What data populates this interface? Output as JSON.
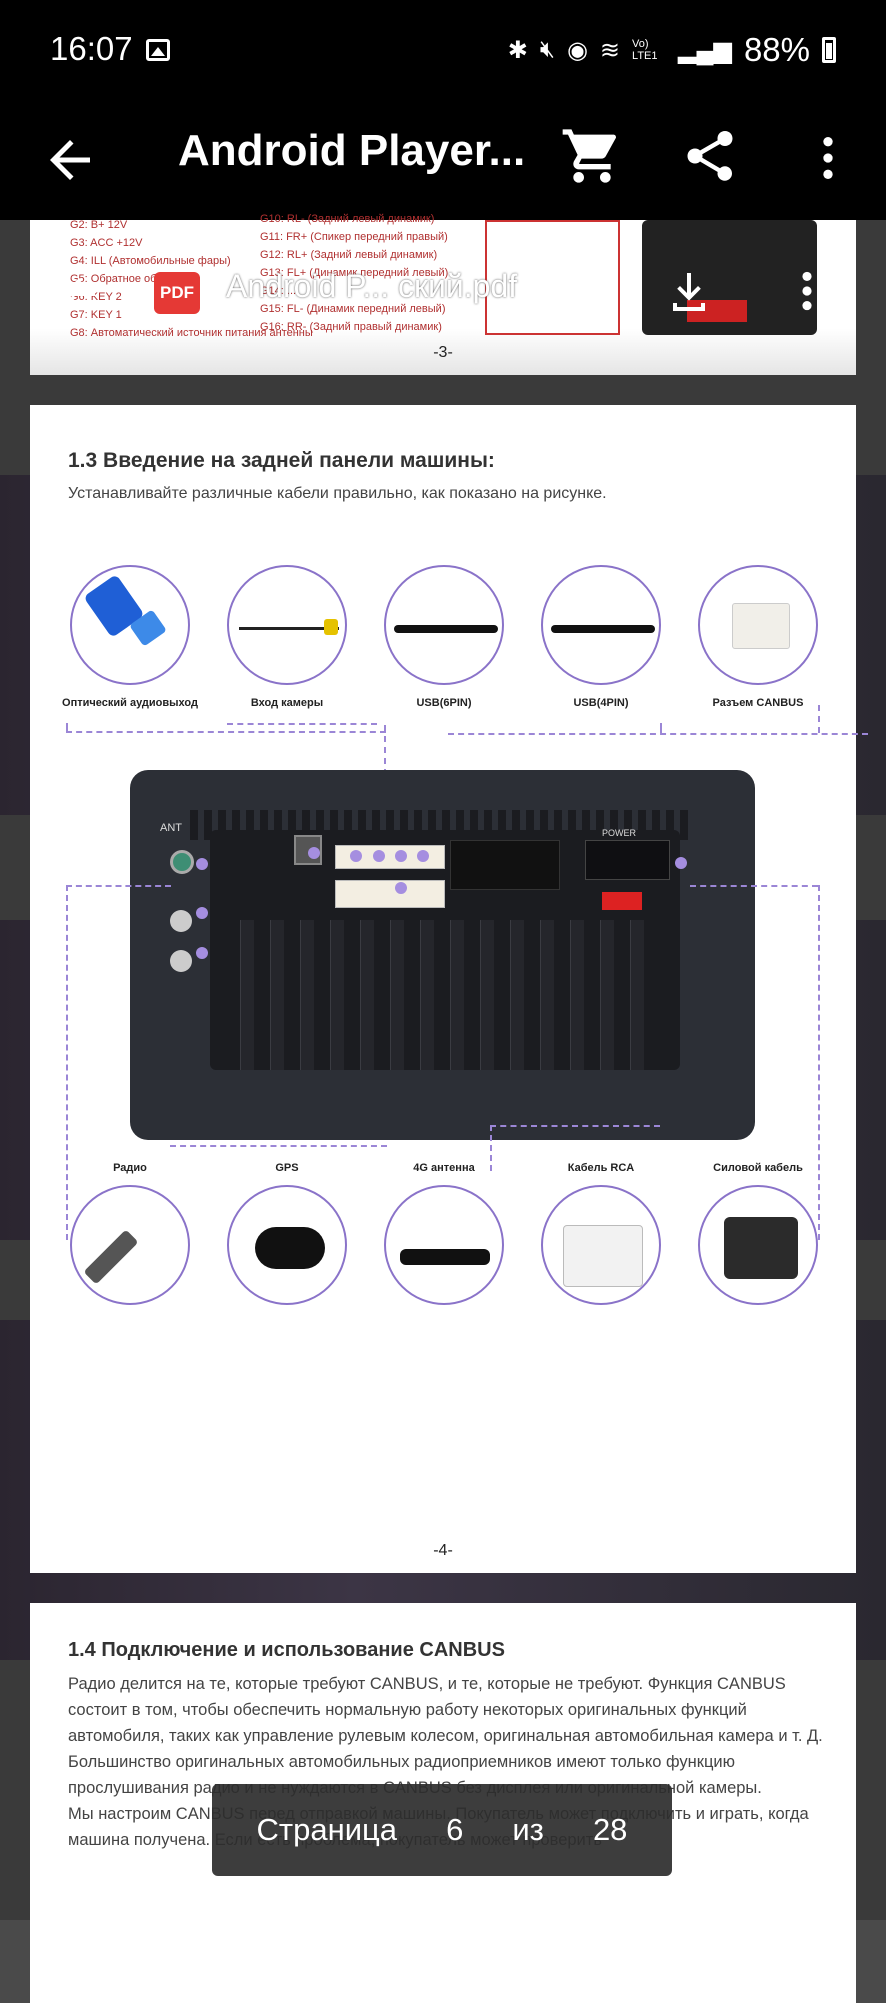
{
  "status_bar": {
    "time": "16:07",
    "battery_text": "88%",
    "network_label": "Vo) LTE1"
  },
  "app_bar": {
    "title": "Android Player..."
  },
  "pdf_toolbar": {
    "badge": "PDF",
    "filename": "Android P... ский.pdf"
  },
  "page3": {
    "left_lines": [
      "G2: B+ 12V",
      "G3: ACC +12V",
      "G4: ILL (Автомобильные фары)",
      "G5: Обратное об...ение",
      "G6: KEY 2",
      "G7: KEY 1",
      "G8: Автоматический источник питания антенны"
    ],
    "right_lines": [
      "G10: RL- (Задний левый динамик)",
      "G11: FR+ (Спикер передний правый)",
      "G12: RL+ (Задний левый динамик)",
      "G13: FL+ (Динамик передний левый)",
      "G14: ...",
      "G15: FL- (Динамик передний левый)",
      "G16: RR- (Задний правый динамик)"
    ],
    "page_number": "-3-"
  },
  "page4": {
    "heading": "1.3 Введение на задней панели машины:",
    "subheading": "Устанавливайте различные кабели правильно, как показано на рисунке.",
    "top_labels": [
      "Оптический аудиовыход",
      "Вход камеры",
      "USB(6PIN)",
      "USB(4PIN)",
      "Разъем CANBUS"
    ],
    "bottom_labels": [
      "Радио",
      "GPS",
      "4G антенна",
      "Кабель RCA",
      "Силовой кабель"
    ],
    "device_labels": {
      "ant": "ANT",
      "power": "POWER"
    },
    "page_number": "-4-"
  },
  "page5": {
    "heading": "1.4 Подключение и использование CANBUS",
    "paragraphs": [
      "Радио делится на те, которые требуют CANBUS, и те, которые не требуют. Функция CANBUS состоит в том, чтобы обеспечить нормальную работу некоторых оригинальных функций автомобиля, таких как управление рулевым колесом, оригинальная автомобильная камера и т. Д.",
      "Большинство оригинальных автомобильных радиоприемников имеют только функцию прослушивания радио и не нуждаются в CANBUS без дисплея или оригинальной камеры.",
      "Мы настроим CANBUS перед отправкой машины. Покупатель может подключить и играть, когда машина получена. Если есть проблема, покупатель может проверить"
    ]
  },
  "page_indicator": {
    "label": "Страница",
    "current": "6",
    "of": "из",
    "total": "28"
  }
}
